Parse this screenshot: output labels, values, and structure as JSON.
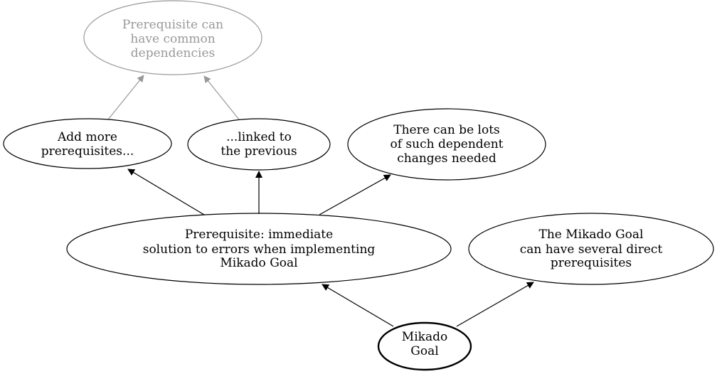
{
  "nodes": {
    "common_deps": {
      "lines": [
        "Prerequisite can",
        "have common",
        "dependencies"
      ],
      "color": "#999999"
    },
    "add_more": {
      "lines": [
        "Add more",
        "prerequisites..."
      ],
      "color": "#000000"
    },
    "linked": {
      "lines": [
        "...linked to",
        "the previous"
      ],
      "color": "#000000"
    },
    "lots": {
      "lines": [
        "There can be lots",
        "of such dependent",
        "changes needed"
      ],
      "color": "#000000"
    },
    "prereq": {
      "lines": [
        "Prerequisite: immediate",
        "solution to errors when implementing",
        "Mikado Goal"
      ],
      "color": "#000000"
    },
    "several": {
      "lines": [
        "The Mikado Goal",
        "can have several direct",
        "prerequisites"
      ],
      "color": "#000000"
    },
    "goal": {
      "lines": [
        "Mikado",
        "Goal"
      ],
      "color": "#000000"
    }
  },
  "edges": [
    {
      "from": "goal",
      "to": "prereq",
      "color": "#000000"
    },
    {
      "from": "goal",
      "to": "several",
      "color": "#000000"
    },
    {
      "from": "prereq",
      "to": "add_more",
      "color": "#000000"
    },
    {
      "from": "prereq",
      "to": "linked",
      "color": "#000000"
    },
    {
      "from": "prereq",
      "to": "lots",
      "color": "#000000"
    },
    {
      "from": "add_more",
      "to": "common_deps",
      "color": "#999999"
    },
    {
      "from": "linked",
      "to": "common_deps",
      "color": "#999999"
    }
  ]
}
